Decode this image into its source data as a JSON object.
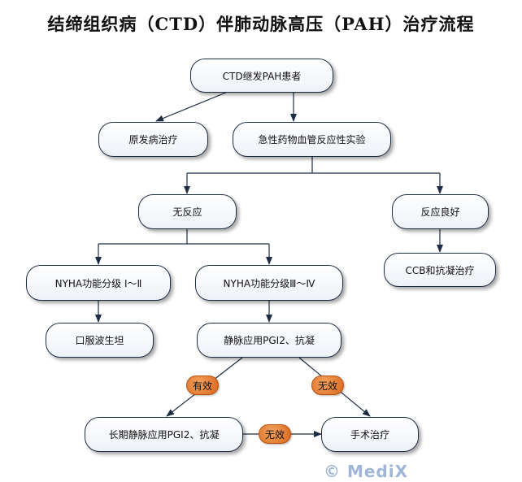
{
  "title": "结缔组织病（CTD）伴肺动脉高压（PAH）治疗流程",
  "nodes": {
    "ctd_pah": "CTD继发PAH患者",
    "primary": "原发病治疗",
    "acute_test": "急性药物血管反应性实验",
    "no_response": "无反应",
    "good_response": "反应良好",
    "ccb": "CCB和抗凝治疗",
    "nyha_1_2": "NYHA功能分级 Ⅰ～Ⅱ",
    "nyha_3_4": "NYHA功能分级Ⅲ～Ⅳ",
    "oral_bosentan": "口服波生坦",
    "iv_pgi2": "静脉应用PGI2、抗凝",
    "long_term": "长期静脉应用PGI2、抗凝",
    "surgery": "手术治疗"
  },
  "badges": {
    "effective": "有效",
    "ineffective_right": "无效",
    "ineffective_bottom": "无效"
  },
  "watermark": "© MediX"
}
